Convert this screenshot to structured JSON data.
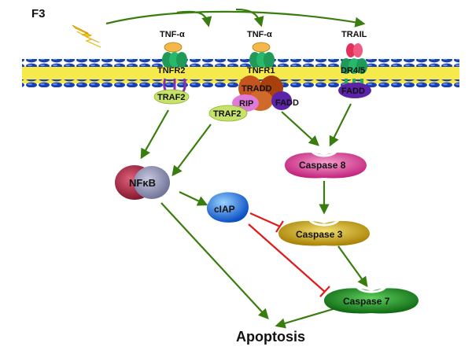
{
  "stimulus": {
    "label": "F3",
    "icon": "lightning-bolt-icon"
  },
  "receptors": {
    "tnfr2": {
      "ligand": "TNF-α",
      "receptor": "TNFR2",
      "adaptor": "TRAF2"
    },
    "tnfr1": {
      "ligand": "TNF-α",
      "receptor": "TNFR1",
      "adaptors": [
        "TRADD",
        "RIP",
        "FADD",
        "TRAF2"
      ]
    },
    "dr": {
      "ligand": "TRAIL",
      "receptor": "DR4/5",
      "adaptor": "FADD"
    }
  },
  "nodes": {
    "nfkb": "NFκB",
    "ciap": "cIAP",
    "caspase8": "Caspase 8",
    "caspase3": "Caspase 3",
    "caspase7": "Caspase 7",
    "apoptosis": "Apoptosis"
  },
  "colors": {
    "activation_arrow": "#3a7d0f",
    "inhibition_arrow": "#e11b1b",
    "membrane": "#1a3fb4",
    "membrane_core": "#f5e94b",
    "caspase8": "#e0409a",
    "caspase3": "#c9a20a",
    "caspase7": "#1a8a1a",
    "ciap": "#1b6fe0",
    "nfkb_left": "#a8243d",
    "nfkb_right": "#8d8fae"
  }
}
